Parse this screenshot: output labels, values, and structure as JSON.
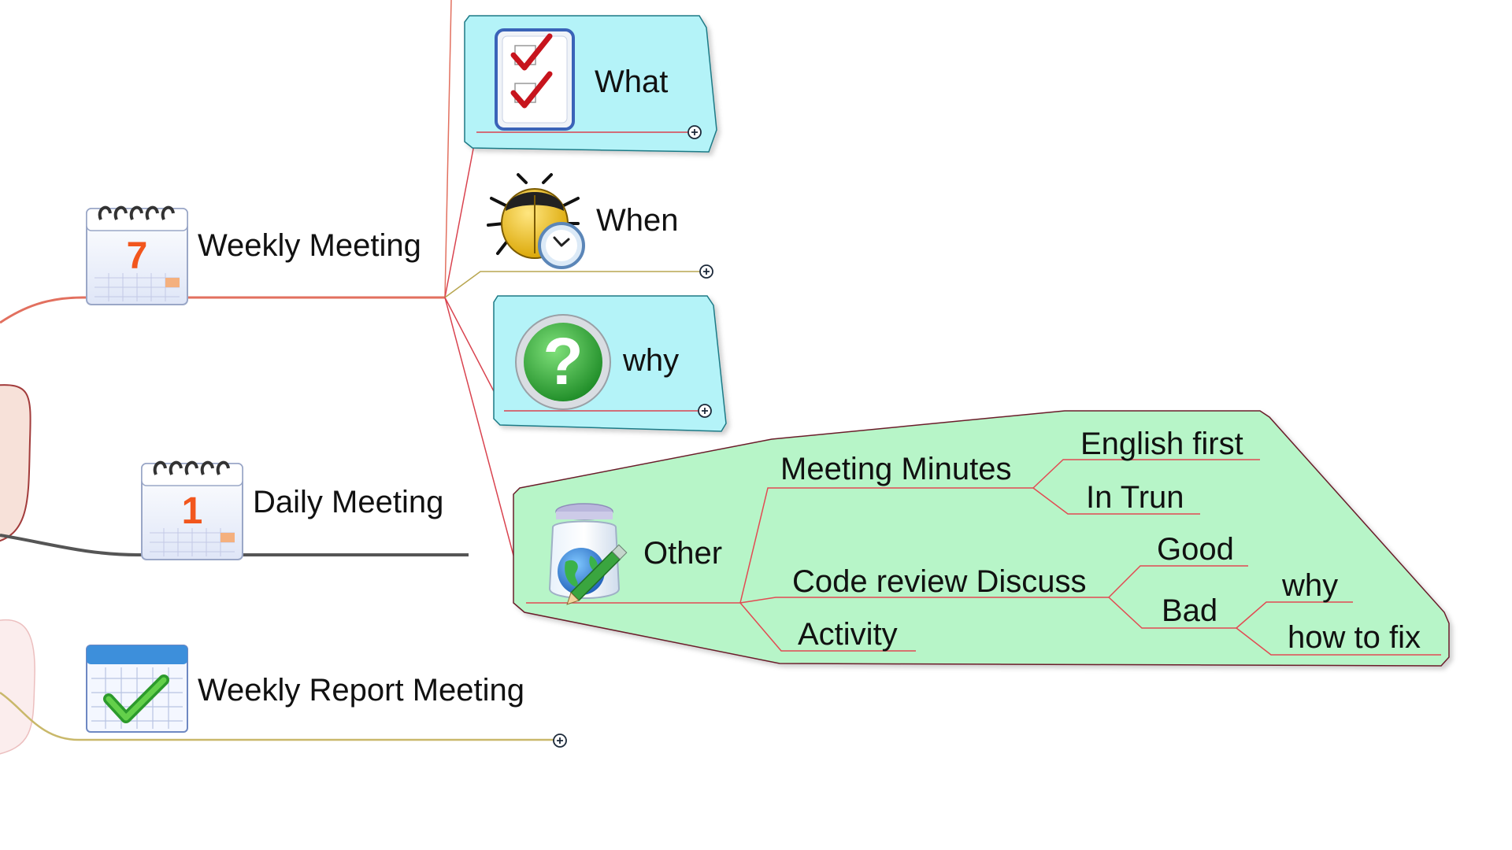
{
  "nodes": {
    "weekly_meeting": "Weekly Meeting",
    "daily_meeting": "Daily Meeting",
    "weekly_report_meeting": "Weekly Report Meeting",
    "what": "What",
    "when": "When",
    "why": "why",
    "other": "Other",
    "meeting_minutes": "Meeting Minutes",
    "english_first": "English first",
    "in_trun": "In Trun",
    "code_review_discuss": "Code review Discuss",
    "good": "Good",
    "bad": "Bad",
    "why_sub": "why",
    "how_to_fix": "how to fix",
    "activity": "Activity"
  },
  "icons": {
    "weekly_meeting": "calendar-day-7-icon",
    "daily_meeting": "calendar-day-1-icon",
    "weekly_report_meeting": "calendar-check-icon",
    "what": "checklist-icon",
    "when": "bug-clock-icon",
    "why": "question-icon",
    "other": "globe-jar-pencil-icon",
    "calendar_day_7": "7",
    "calendar_day_1": "1",
    "question_mark": "?"
  },
  "colors": {
    "weekly_branch": "#e2705f",
    "what_line": "#d9434f",
    "when_line": "#b8a650",
    "daily_branch": "#555555",
    "report_branch": "#c9b86a",
    "boundary_blue": "#b4f3f8",
    "boundary_green": "#b7f5c8",
    "subtopic_line": "#e24a52"
  }
}
